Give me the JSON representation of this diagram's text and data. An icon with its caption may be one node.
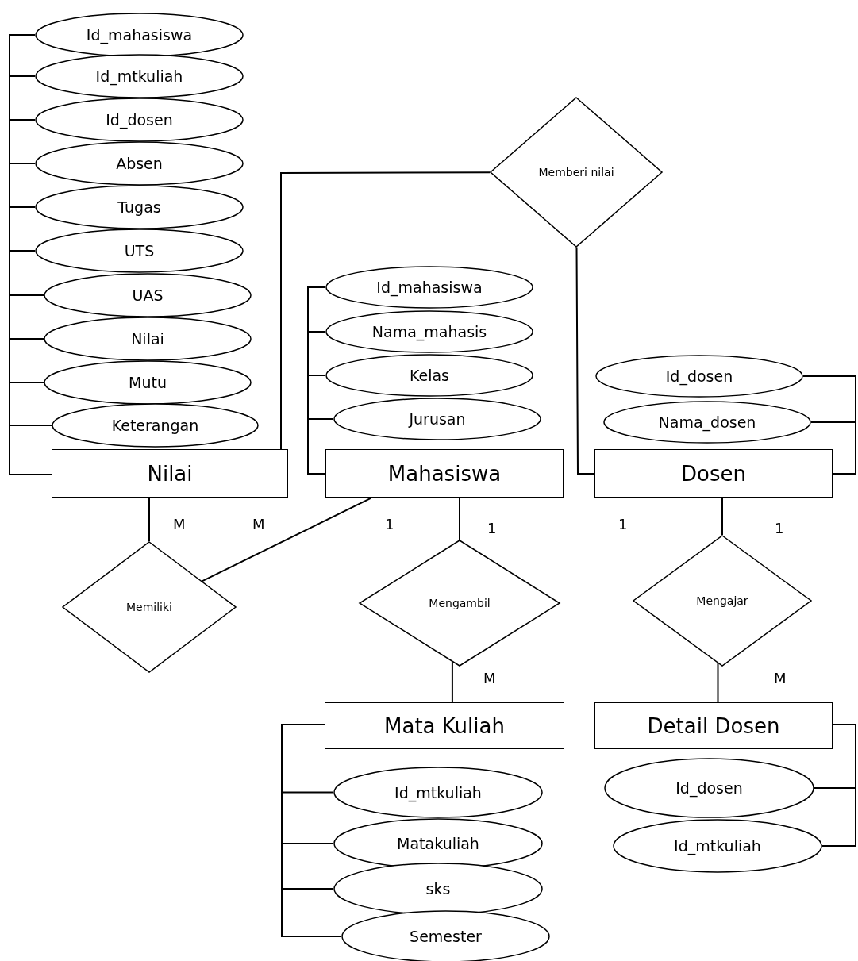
{
  "diagram": {
    "nodes": [
      {
        "text": [
          "Id_mahasiswa"
        ]
      },
      {
        "text": [
          "Id_mtkuliah"
        ]
      },
      {
        "text": [
          "Id_dosen"
        ]
      },
      {
        "text": [
          "Absen"
        ]
      },
      {
        "text": [
          "Tugas"
        ]
      },
      {
        "text": [
          "UTS"
        ]
      },
      {
        "text": [
          "UAS"
        ]
      },
      {
        "text": [
          "Nilai"
        ]
      },
      {
        "text": [
          "Mutu"
        ]
      },
      {
        "text": [
          "Keterangan"
        ]
      },
      {
        "text": [
          "Memberi nilai"
        ]
      },
      {
        "text": [
          "Id_mahasiswa"
        ]
      },
      {
        "text": [
          "Nama_mahasis"
        ]
      },
      {
        "text": [
          "Kelas"
        ]
      },
      {
        "text": [
          "Jurusan"
        ]
      },
      {
        "text": [
          "Id_dosen"
        ]
      },
      {
        "text": [
          "Nama_dosen"
        ]
      },
      {
        "text": [
          "Nilai"
        ]
      },
      {
        "text": [
          "Mahasiswa"
        ]
      },
      {
        "text": [
          "Dosen"
        ]
      },
      {
        "text": [
          "Memiliki"
        ]
      },
      {
        "text": [
          "Mengambil"
        ]
      },
      {
        "text": [
          "Mengajar"
        ]
      },
      {
        "text": [
          "Mata Kuliah"
        ]
      },
      {
        "text": [
          "Detail Dosen"
        ]
      },
      {
        "text": [
          "Id_mtkuliah"
        ]
      },
      {
        "text": [
          "Matakuliah"
        ]
      },
      {
        "text": [
          "sks"
        ]
      },
      {
        "text": [
          "Semester"
        ]
      },
      {
        "text": [
          "Id_dosen"
        ]
      },
      {
        "text": [
          "Id_mtkuliah"
        ]
      }
    ],
    "edges": [
      {
        "from": 0,
        "to": 17,
        "arrow": "none"
      },
      {
        "from": 1,
        "to": 17,
        "arrow": "none"
      },
      {
        "from": 2,
        "to": 17,
        "arrow": "none"
      },
      {
        "from": 3,
        "to": 17,
        "arrow": "none"
      },
      {
        "from": 4,
        "to": 17,
        "arrow": "none"
      },
      {
        "from": 5,
        "to": 17,
        "arrow": "none"
      },
      {
        "from": 6,
        "to": 17,
        "arrow": "none"
      },
      {
        "from": 7,
        "to": 17,
        "arrow": "none"
      },
      {
        "from": 8,
        "to": 17,
        "arrow": "none"
      },
      {
        "from": 9,
        "to": 17,
        "arrow": "none"
      },
      {
        "from": 11,
        "to": 18,
        "arrow": "none"
      },
      {
        "from": 12,
        "to": 18,
        "arrow": "none"
      },
      {
        "from": 13,
        "to": 18,
        "arrow": "none"
      },
      {
        "from": 14,
        "to": 18,
        "arrow": "none"
      },
      {
        "from": 15,
        "to": 19,
        "arrow": "none"
      },
      {
        "from": 16,
        "to": 19,
        "arrow": "none"
      },
      {
        "from": 25,
        "to": 23,
        "arrow": "none"
      },
      {
        "from": 26,
        "to": 23,
        "arrow": "none"
      },
      {
        "from": 27,
        "to": 23,
        "arrow": "none"
      },
      {
        "from": 28,
        "to": 23,
        "arrow": "none"
      },
      {
        "from": 29,
        "to": 24,
        "arrow": "none"
      },
      {
        "from": 30,
        "to": 24,
        "arrow": "none"
      },
      {
        "from": 17,
        "to": 10,
        "arrow": "none"
      },
      {
        "from": 10,
        "to": 19,
        "arrow": "none"
      },
      {
        "from": 17,
        "to": 20,
        "arrow": "none"
      },
      {
        "from": 18,
        "to": 20,
        "arrow": "none"
      },
      {
        "from": 18,
        "to": 21,
        "arrow": "none"
      },
      {
        "from": 21,
        "to": 23,
        "arrow": "none"
      },
      {
        "from": 19,
        "to": 22,
        "arrow": "none"
      },
      {
        "from": 22,
        "to": 24,
        "arrow": "none"
      }
    ],
    "labels": [
      "M",
      "M",
      "1",
      "1",
      "1",
      "1",
      "M",
      "M"
    ]
  }
}
